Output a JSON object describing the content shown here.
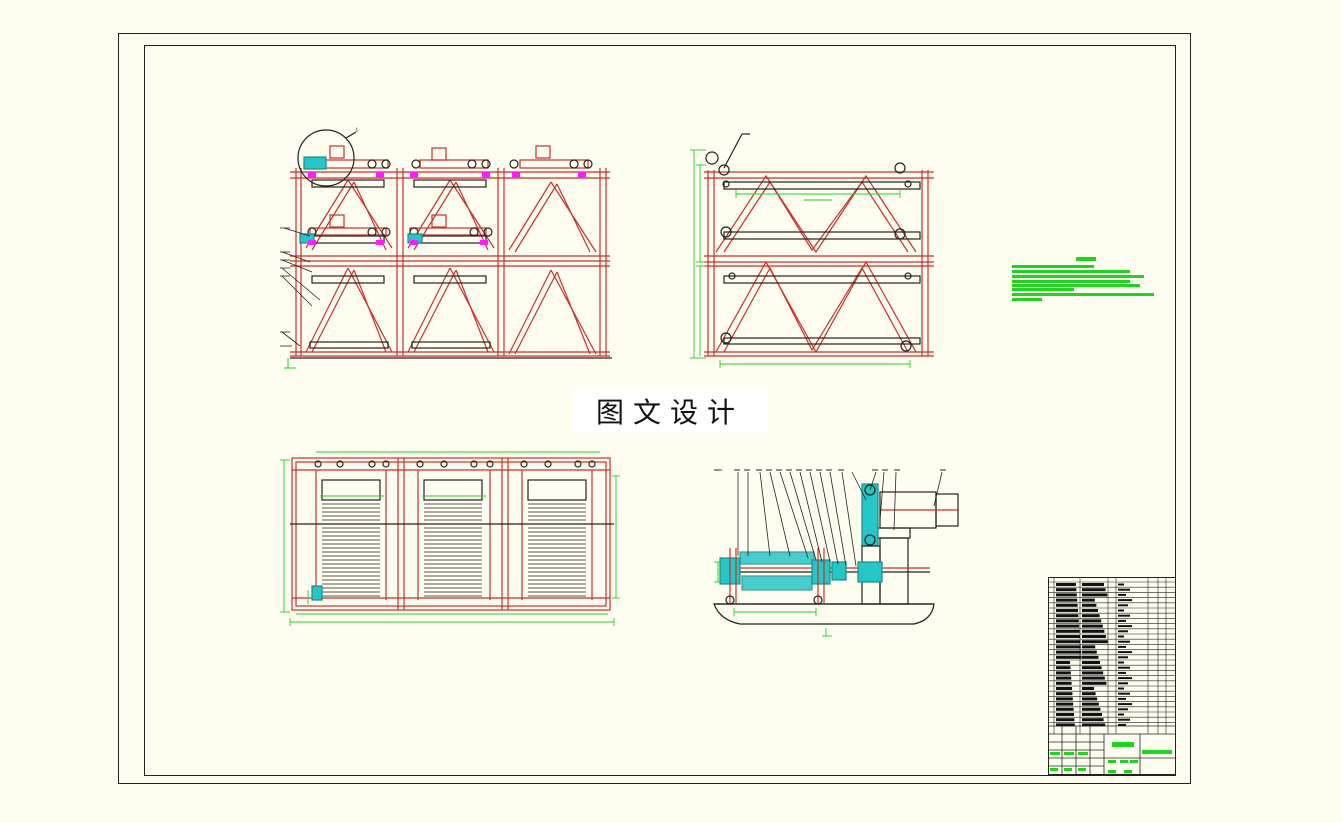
{
  "drawing": {
    "watermark_text": "图文设计",
    "colors": {
      "background": "#fffdf0",
      "frame_red": "#c8302a",
      "outline_dark": "#222222",
      "dimension_green": "#1fd41f",
      "motor_cyan": "#27c6c6",
      "part_magenta": "#ff1dff"
    },
    "views": [
      "front-elevation",
      "side-elevation",
      "top-plan",
      "drive-detail"
    ],
    "notes_block": "technical-requirements",
    "title_block": "parts-list-and-title-block"
  }
}
